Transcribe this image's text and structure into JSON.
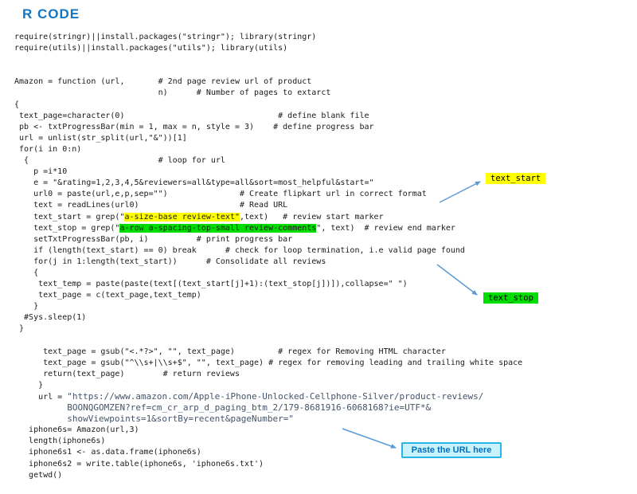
{
  "title": "R CODE",
  "colors": {
    "title": "#1376c0",
    "highlight_yellow": "#ffff00",
    "highlight_green": "#00dd00",
    "url_text": "#44546a",
    "arrow": "#5b9bd5",
    "callout_cyan_bg": "#c9f3fb",
    "callout_cyan_border": "#2ab4e8",
    "callout_cyan_text": "#0070c0"
  },
  "annotations": {
    "text_start": "text_start",
    "text_stop": "text_stop",
    "paste_url": "Paste the URL here"
  },
  "code": {
    "lines": [
      [
        {
          "t": "require(stringr)||install.packages(\"stringr\"); library(stringr)"
        }
      ],
      [
        {
          "t": "require(utils)||install.packages(\"utils\"); library(utils)"
        }
      ],
      [],
      [],
      [
        {
          "t": "Amazon = function (url,       # 2nd page review url of product"
        }
      ],
      [
        {
          "t": "                              n)      # Number of pages to extarct"
        }
      ],
      [
        {
          "t": "{"
        }
      ],
      [
        {
          "t": " text_page=character(0)                                # define blank file"
        }
      ],
      [
        {
          "t": " pb <- txtProgressBar(min = 1, max = n, style = 3)    # define progress bar"
        }
      ],
      [
        {
          "t": " url = unlist(str_split(url,\"&\"))[1]"
        }
      ],
      [
        {
          "t": " for(i in 0:n)"
        }
      ],
      [
        {
          "t": "  {                           # loop for url"
        }
      ],
      [
        {
          "t": "    p =i*10"
        }
      ],
      [
        {
          "t": "    e = \"&rating=1,2,3,4,5&reviewers=all&type=all&sort=most_helpful&start=\""
        }
      ],
      [
        {
          "t": "    url0 = paste(url,e,p,sep=\"\")               # Create flipkart url in correct format"
        }
      ],
      [
        {
          "t": "    text = readLines(url0)                     # Read URL"
        }
      ],
      [
        {
          "t": "    text_start = grep(\""
        },
        {
          "t": "a-size-base review-text\"",
          "c": "yellow"
        },
        {
          "t": ",text)   # review start marker"
        }
      ],
      [
        {
          "t": "    text_stop = grep(\""
        },
        {
          "t": "a-row a-spacing-top-small review-comments",
          "c": "green"
        },
        {
          "t": "\", text)  # review end marker"
        }
      ],
      [
        {
          "t": "    setTxtProgressBar(pb, i)          # print progress bar"
        }
      ],
      [
        {
          "t": "    if (length(text_start) == 0) break      # check for loop termination, i.e valid page found"
        }
      ],
      [
        {
          "t": "    for(j in 1:length(text_start))      # Consolidate all reviews"
        }
      ],
      [
        {
          "t": "    {"
        }
      ],
      [
        {
          "t": "     text_temp = paste(paste(text[(text_start[j]+1):(text_stop[j])]),collapse=\" \")"
        }
      ],
      [
        {
          "t": "     text_page = c(text_page,text_temp)"
        }
      ],
      [
        {
          "t": "    }"
        }
      ],
      [
        {
          "t": "  #Sys.sleep(1)"
        }
      ],
      [
        {
          "t": " }"
        }
      ],
      [],
      [
        {
          "t": "      text_page = gsub(\"<.*?>\", \"\", text_page)         # regex for Removing HTML character"
        }
      ],
      [
        {
          "t": "      text_page = gsub(\"^\\\\s+|\\\\s+$\", \"\", text_page) # regex for removing leading and trailing white space"
        }
      ],
      [
        {
          "t": "      return(text_page)        # return reviews"
        }
      ],
      [
        {
          "t": "     }"
        }
      ],
      [
        {
          "t": "     url = "
        },
        {
          "t": "\"https://www.amazon.com/Apple-iPhone-Unlocked-Cellphone-Silver/product-reviews/",
          "c": "url"
        }
      ],
      [
        {
          "t": "          BOONQGOMZEN?ref=cm_cr_arp_d_paging_btm_2/179-8681916-6068168?ie=UTF*&",
          "c": "url"
        }
      ],
      [
        {
          "t": "          showViewpoints=1&sortBy=recent&pageNumber=\"",
          "c": "url"
        }
      ],
      [
        {
          "t": "   iphone6s= Amazon(url,3)"
        }
      ],
      [
        {
          "t": "   length(iphone6s)"
        }
      ],
      [
        {
          "t": "   iphone6s1 <- as.data.frame(iphone6s)"
        }
      ],
      [
        {
          "t": "   iphone6s2 = write.table(iphone6s, 'iphone6s.txt')"
        }
      ],
      [
        {
          "t": "   getwd()"
        }
      ]
    ]
  }
}
